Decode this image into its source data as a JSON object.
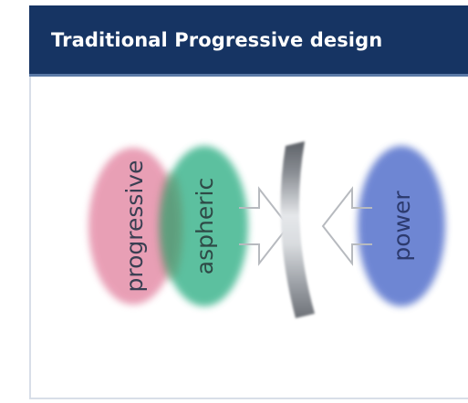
{
  "header": {
    "title": "Traditional Progressive design"
  },
  "diagram": {
    "labels": {
      "progressive": "progressive",
      "aspheric": "aspheric",
      "power": "power"
    },
    "colors": {
      "header_bg": "#163463",
      "progressive": "#e48aa6",
      "aspheric": "#3fb68f",
      "power": "#5571cc",
      "label_text": "#3a3f52",
      "power_label": "#2c3a6e",
      "lens_dark": "#5d6167",
      "lens_light": "#e5e7ea",
      "arrow_stroke": "#b7babf"
    }
  }
}
